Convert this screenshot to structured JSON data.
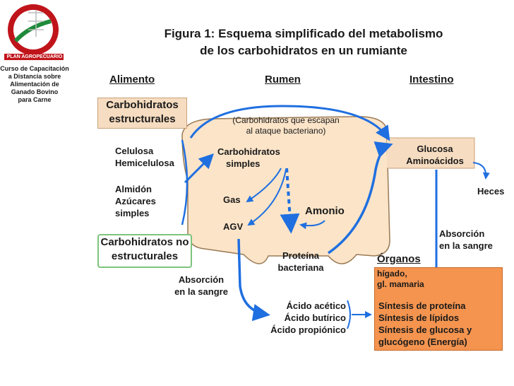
{
  "logo": {
    "brand": "PLAN AGROPECUARIO",
    "course_lines": [
      "Curso  de Capacitación",
      "a Distancia sobre",
      "Alimentación de",
      "Ganado Bovino",
      "para Carne"
    ]
  },
  "title": {
    "line1": "Figura 1: Esquema simplificado del metabolismo",
    "line2": "de los carbohidratos en un rumiante"
  },
  "headers": {
    "alimento": "Alimento",
    "rumen": "Rumen",
    "intestino": "Intestino",
    "organos": "Órganos"
  },
  "alimento": {
    "estructurales_line1": "Carbohidratos",
    "estructurales_line2": "estructurales",
    "estructurales_items": [
      "Celulosa",
      "Hemicelulosa"
    ],
    "no_estructurales_items": [
      "Almidón",
      "Azúcares",
      "simples"
    ],
    "no_estructurales_line1": "Carbohidratos no",
    "no_estructurales_line2": "estructurales"
  },
  "rumen": {
    "escapan_line1": "(Carbohidratos que escapan",
    "escapan_line2": "al ataque bacteriano)",
    "simples_line1": "Carbohidratos",
    "simples_line2": "simples",
    "gas": "Gas",
    "agv": "AGV",
    "amonio": "Amonio",
    "proteina_line1": "Proteína",
    "proteina_line2": "bacteriana"
  },
  "intestino": {
    "glucosa": "Glucosa",
    "aminoacidos": "Aminoácidos",
    "heces": "Heces",
    "absorcion_line1": "Absorción",
    "absorcion_line2": "en la sangre"
  },
  "absorcion_rumen": {
    "line1": "Absorción",
    "line2": "en la sangre"
  },
  "acidos": [
    "Ácido acético",
    "Ácido butírico",
    "Ácido propiónico"
  ],
  "organos": {
    "higado": "hígado,",
    "mamaria": "gl. mamaria",
    "sintesis": [
      "Síntesis de proteína",
      "Síntesis de lípidos",
      "Síntesis de glucosa y",
      "glucógeno (Energía)"
    ]
  },
  "colors": {
    "rumen_fill": "#fbe4c8",
    "arrow_blue": "#1f6fe0",
    "organ_fill": "#f4944f",
    "struct_fill": "#f6dcc0",
    "nostruct_border": "#7dc47d",
    "logo_red": "#c0141b",
    "logo_green": "#1f8a3a"
  }
}
